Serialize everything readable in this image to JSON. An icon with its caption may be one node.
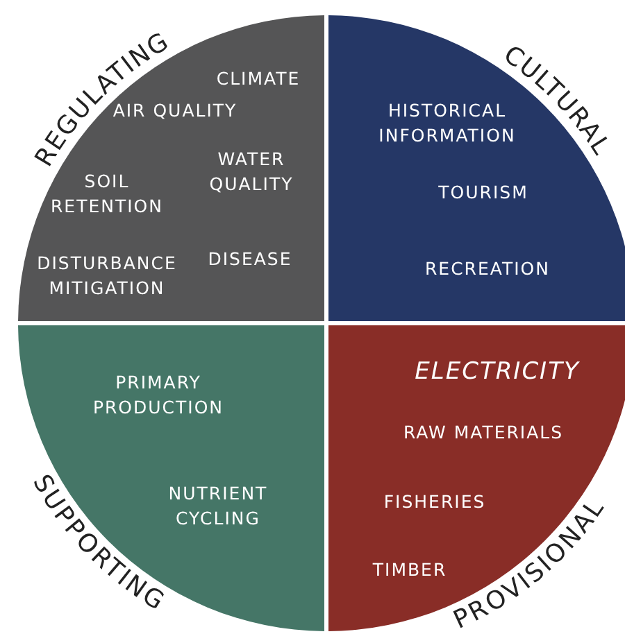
{
  "diagram": {
    "nodes": [
      {
        "text": [
          "REGULATING",
          "CLIMATE",
          "AIR QUALITY",
          "WATER QUALITY",
          "SOIL RETENTION",
          "DISEASE",
          "DISTURBANCE MITIGATION"
        ]
      },
      {
        "text": [
          "CULTURAL",
          "HISTORICAL INFORMATION",
          "TOURISM",
          "RECREATION"
        ]
      },
      {
        "text": [
          "PRIMARY PRODUCTION",
          "SUPPORTING",
          "NUTRIENT CYCLING"
        ]
      },
      {
        "text": [
          "ELECTRICITY",
          "RAW MATERIALS",
          "FISHERIES",
          "TIMBER",
          "PROVISIONAL"
        ]
      }
    ]
  }
}
